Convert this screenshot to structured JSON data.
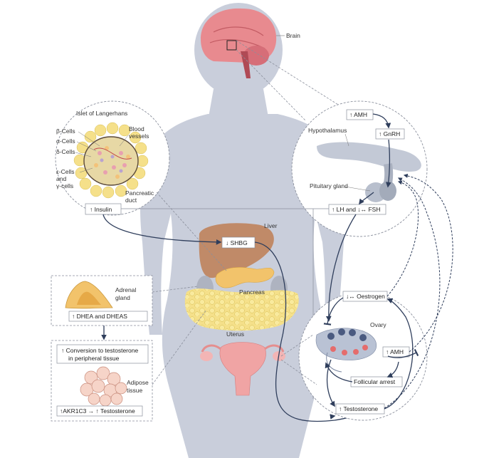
{
  "labels": {
    "brain": "Brain",
    "islet": "Islet of Langerhans",
    "beta": "β-Cells",
    "alpha": "α-Cells",
    "delta": "δ-Cells",
    "eps": "ε-Cells",
    "and": "and",
    "gamma": "γ-cells",
    "vessels1": "Blood",
    "vessels2": "vessels",
    "duct1": "Pancreatic",
    "duct2": "duct",
    "hypothalamus": "Hypothalamus",
    "pituitary": "Pituitary gland",
    "liver": "Liver",
    "pancreas": "Pancreas",
    "uterus": "Uterus",
    "ovary": "Ovary",
    "adrenal1": "Adrenal",
    "adrenal2": "gland",
    "adipose1": "Adipose",
    "adipose2": "tissue"
  },
  "boxes": {
    "insulin": "↑ Insulin",
    "shbg": "↓ SHBG",
    "amh_top": "↑ AMH",
    "gnrh": "↑ GnRH",
    "lhfsh": "↑ LH and ↓↔ FSH",
    "oestrogen": "↓↔ Oestrogen",
    "amh_ovary": "↑ AMH",
    "follicular": "Follicular arrest",
    "testosterone": "↑ Testosterone",
    "dhea": "↑ DHEA and DHEAS",
    "conversion1": "↑ Conversion to testosterone",
    "conversion2": "in peripheral tissue",
    "akr": "↑AKR1C3 → ↑ Testosterone"
  },
  "colors": {
    "silhouette": "#c9cedb",
    "brain": "#e88a8f",
    "liver": "#c08a68",
    "pancreas": "#f2c36b",
    "fat": "#f5e08a",
    "uterus": "#f0a4a4",
    "arrow": "#2f3e5c"
  }
}
